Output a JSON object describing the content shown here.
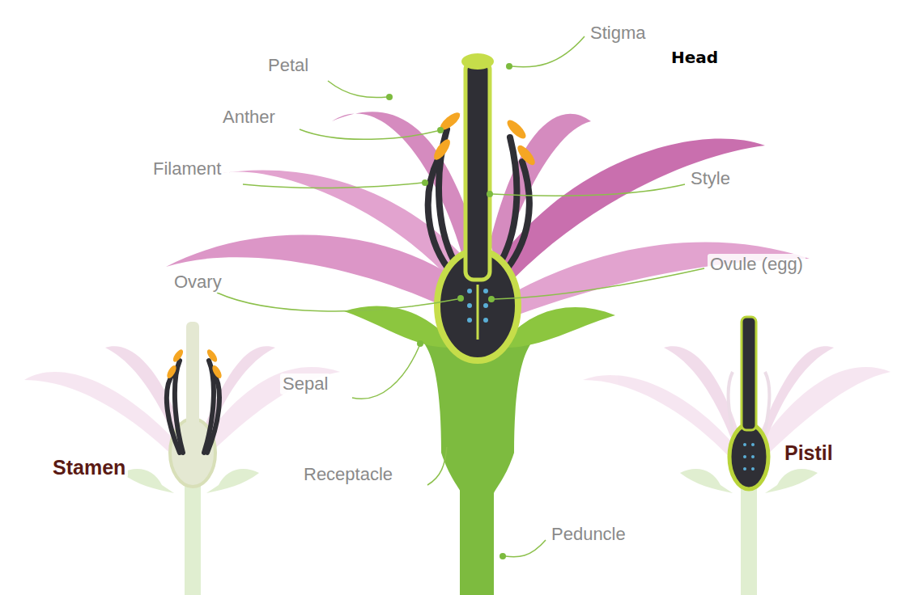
{
  "diagram": {
    "labels": [
      "Petal",
      "Anther",
      "Filament",
      "Stigma",
      "Head",
      "Style",
      "Ovary",
      "Ovule (egg)",
      "Sepal",
      "Receptacle",
      "Peduncle",
      "Stamen",
      "Pistil"
    ]
  }
}
